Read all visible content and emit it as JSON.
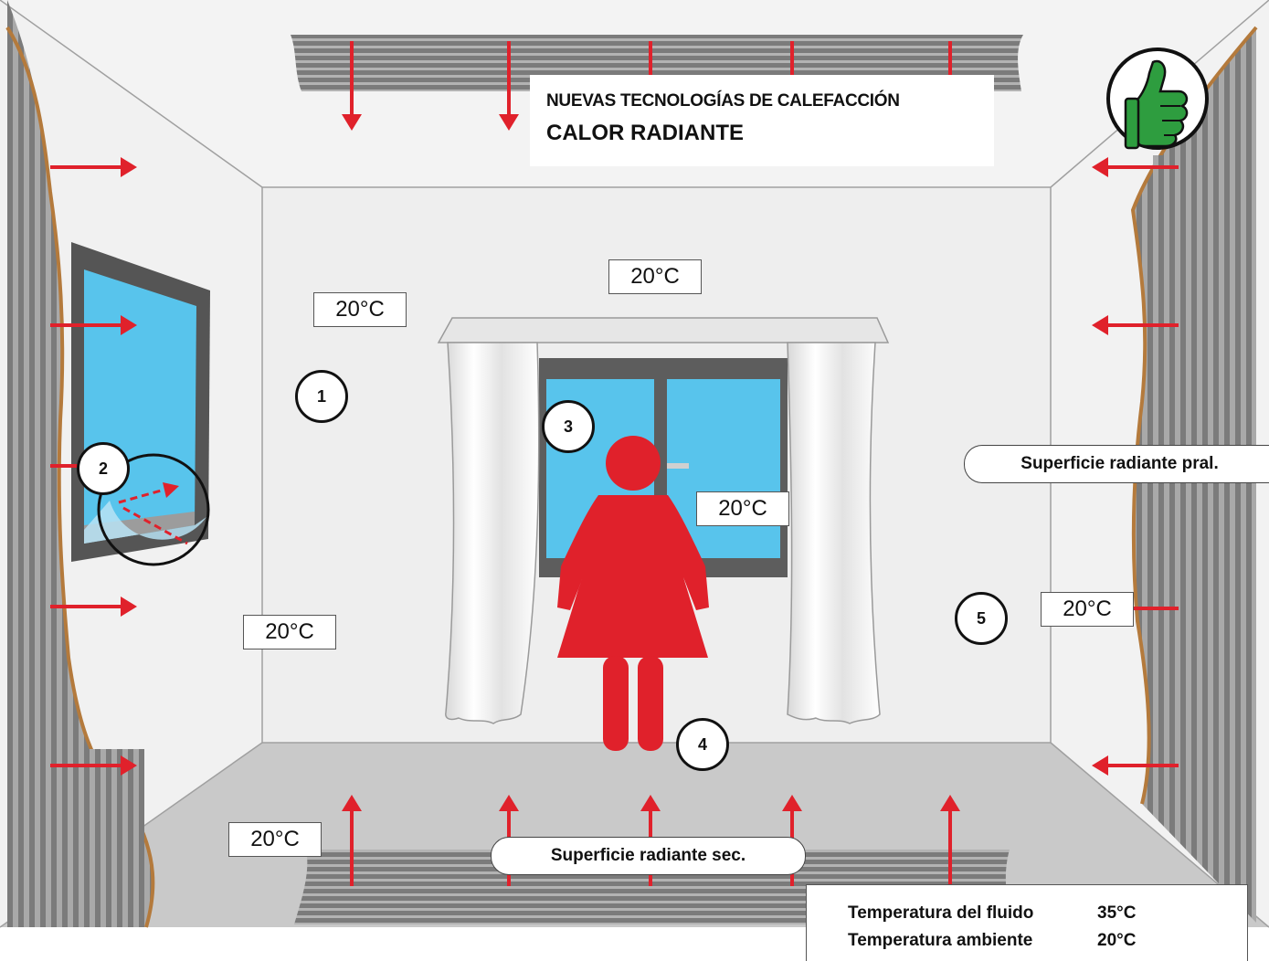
{
  "title": {
    "line1": "NUEVAS TECNOLOGÍAS DE CALEFACCIÓN",
    "line2": "CALOR RADIANTE"
  },
  "temperatures": {
    "ceiling": "20°C",
    "left_wall_top": "20°C",
    "left_wall_bottom": "20°C",
    "window_center": "20°C",
    "right_wall": "20°C",
    "floor": "20°C"
  },
  "markers": [
    "1",
    "2",
    "3",
    "4",
    "5"
  ],
  "labels": {
    "main_surface": "Superficie radiante pral.",
    "secondary_surface": "Superficie radiante sec."
  },
  "info": {
    "fluid_label": "Temperatura del fluido",
    "fluid_value": "35°C",
    "ambient_label": "Temperatura ambiente",
    "ambient_value": "20°C"
  },
  "icons": [
    "thumbs-up-icon",
    "person-icon",
    "heat-arrow-icon"
  ],
  "colors": {
    "arrow": "#e0212b",
    "person": "#e0212b",
    "glass": "#58c4ec",
    "wall": "#eeeeee",
    "floor": "#c9c9c9",
    "radiator": "#8f8f8f",
    "wall_edge": "#b47a3c",
    "thumb_green": "#2e9d3f"
  }
}
